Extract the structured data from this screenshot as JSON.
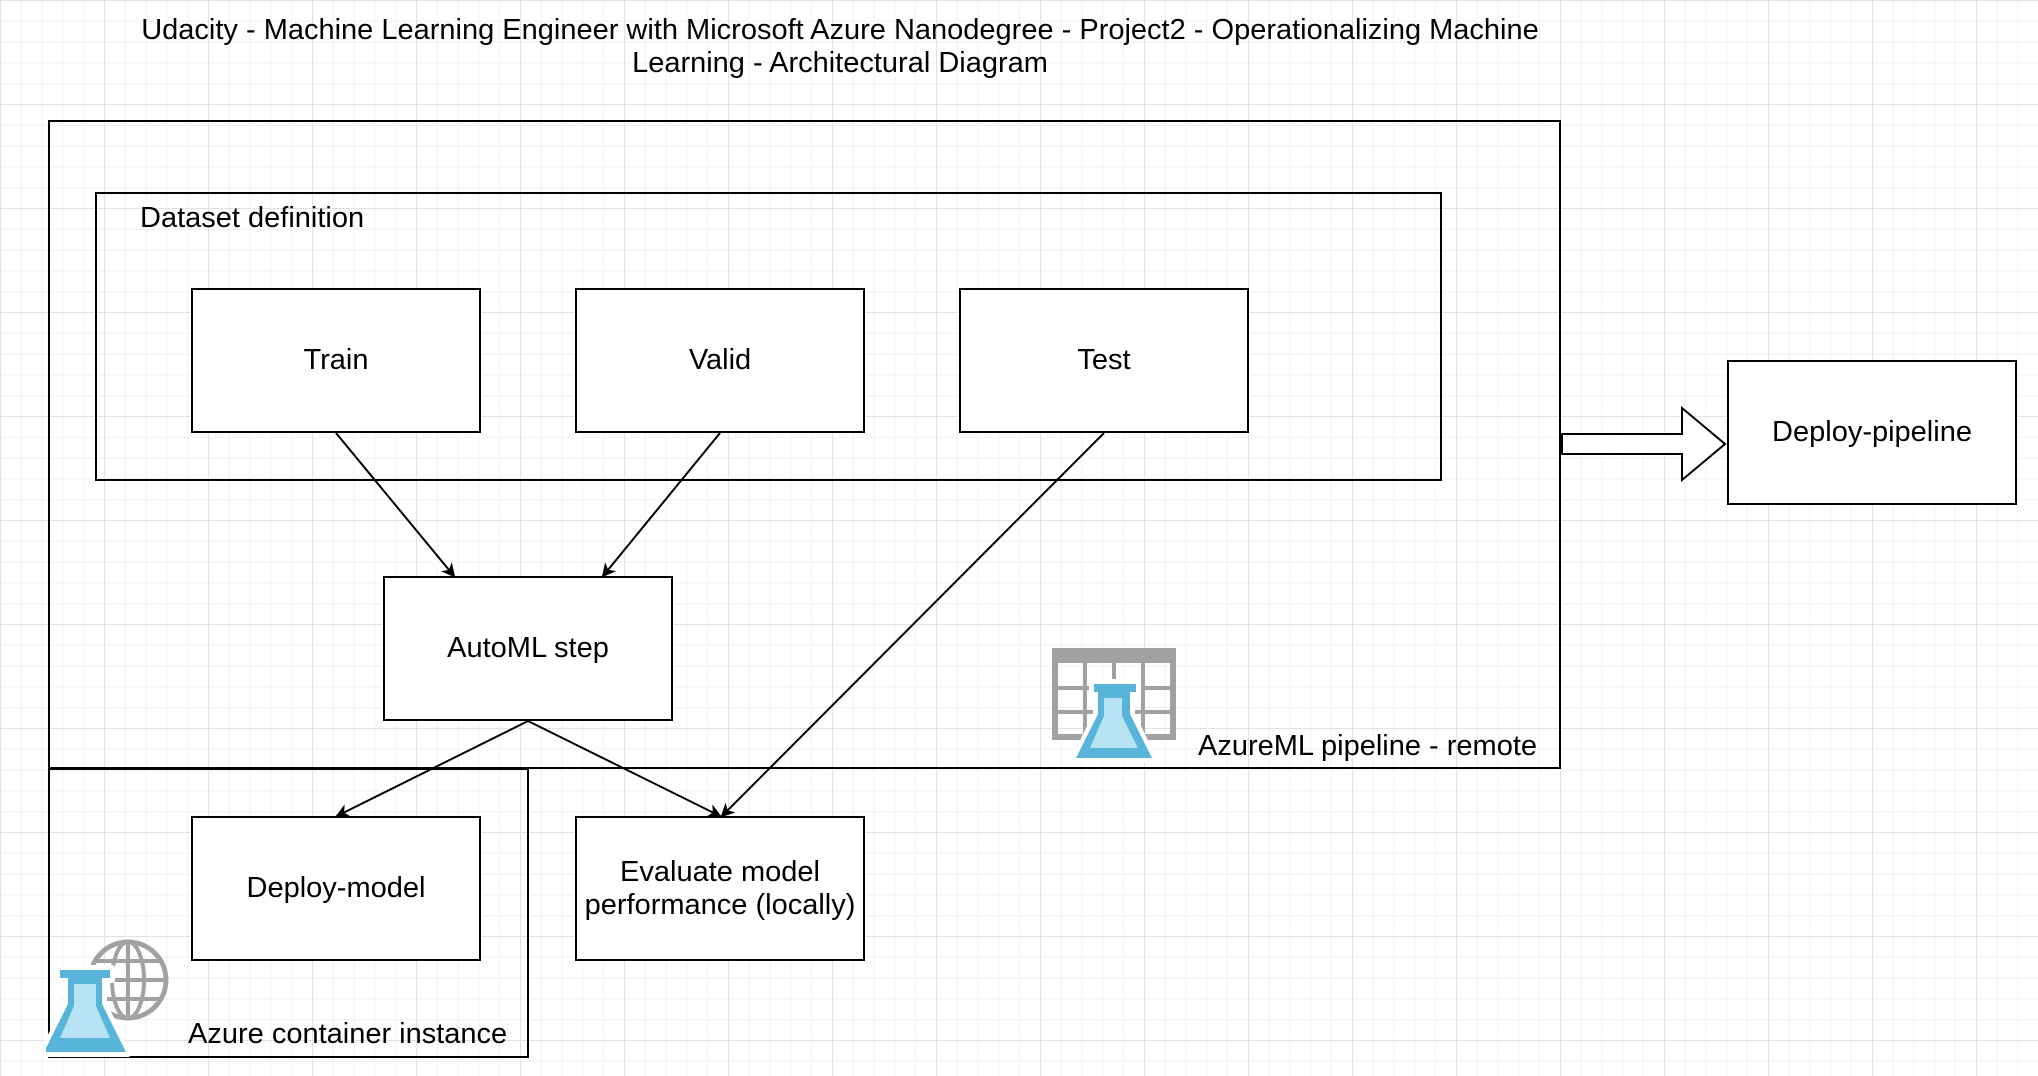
{
  "diagram": {
    "title": "Udacity - Machine Learning Engineer with Microsoft Azure Nanodegree - Project2 - Operationalizing Machine Learning - Architectural Diagram",
    "containers": {
      "pipeline": "AzureML pipeline - remote",
      "dataset": "Dataset definition",
      "aci": "Azure container instance"
    },
    "nodes": {
      "train": "Train",
      "valid": "Valid",
      "test": "Test",
      "automl": "AutoML step",
      "deploy_pipeline": "Deploy-pipeline",
      "deploy_model": "Deploy-model",
      "evaluate": "Evaluate model performance (locally)"
    },
    "edges": [
      {
        "from": "Train",
        "to": "AutoML step"
      },
      {
        "from": "Valid",
        "to": "AutoML step"
      },
      {
        "from": "Test",
        "to": "Evaluate model performance (locally)"
      },
      {
        "from": "AutoML step",
        "to": "Deploy-model"
      },
      {
        "from": "AutoML step",
        "to": "Evaluate model performance (locally)"
      },
      {
        "from": "AzureML pipeline - remote",
        "to": "Deploy-pipeline"
      }
    ],
    "icons": {
      "pipeline_icon": "ml-workspace-flask-icon",
      "aci_icon": "ml-flask-globe-icon"
    },
    "colors": {
      "flask": "#59b4d9",
      "flask_light": "#b7e3f2",
      "icon_gray": "#a0a1a2"
    }
  }
}
